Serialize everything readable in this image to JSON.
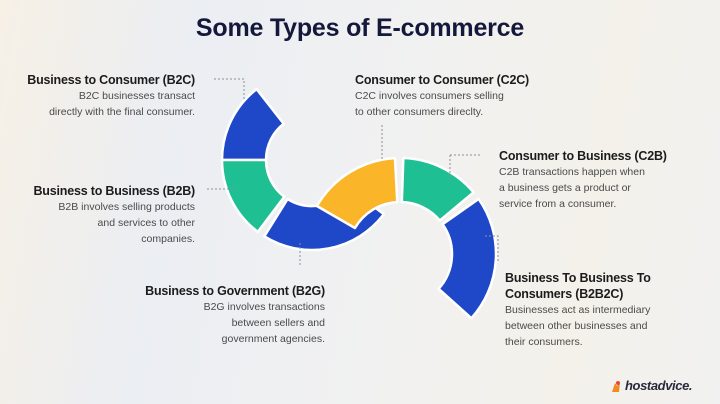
{
  "title": "Some Types of E-commerce",
  "colors": {
    "blue": "#1e48c8",
    "teal": "#1fbf94",
    "yellow": "#fbb529",
    "title": "#14183a"
  },
  "types": [
    {
      "id": "b2c",
      "heading": "Business to Consumer (B2C)",
      "lines": [
        "B2C businesses transact",
        "directly with the final consumer."
      ],
      "color": "blue"
    },
    {
      "id": "b2b",
      "heading": "Business to Business (B2B)",
      "lines": [
        "B2B involves selling products",
        "and services to other",
        "companies."
      ],
      "color": "teal"
    },
    {
      "id": "b2g",
      "heading": "Business to Government (B2G)",
      "lines": [
        "B2G involves transactions",
        "between sellers and",
        "government agencies."
      ],
      "color": "blue"
    },
    {
      "id": "c2c",
      "heading": "Consumer to Consumer (C2C)",
      "lines": [
        "C2C involves consumers selling",
        "to other consumers direclty."
      ],
      "color": "yellow"
    },
    {
      "id": "c2b",
      "heading": "Consumer to Business (C2B)",
      "lines": [
        "C2B transactions happen when",
        "a business gets a product or",
        "service from a consumer."
      ],
      "color": "teal"
    },
    {
      "id": "b2b2c",
      "heading_lines": [
        "Business To Business To",
        "Consumers (B2B2C)"
      ],
      "lines": [
        "Businesses act as intermediary",
        "between other businesses and",
        "their consumers."
      ],
      "color": "blue"
    }
  ],
  "logo": {
    "text": "hostadvice."
  }
}
